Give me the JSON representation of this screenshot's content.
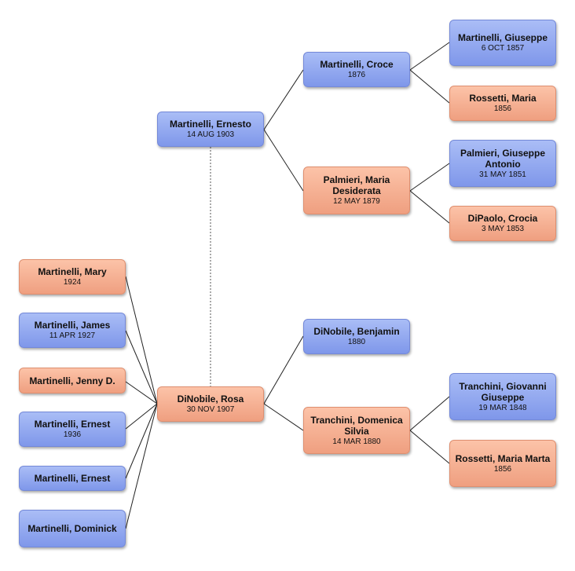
{
  "persons": {
    "ernesto": {
      "name": "Martinelli, Ernesto",
      "date": "14 AUG 1903",
      "sex": "male"
    },
    "rosa": {
      "name": "DiNobile, Rosa",
      "date": "30 NOV 1907",
      "sex": "female"
    },
    "croce": {
      "name": "Martinelli, Croce",
      "date": "1876",
      "sex": "male"
    },
    "desiderata": {
      "name": "Palmieri, Maria Desiderata",
      "date": "12 MAY 1879",
      "sex": "female"
    },
    "giuseppe_m": {
      "name": "Martinelli, Giuseppe",
      "date": "6 OCT 1857",
      "sex": "male"
    },
    "rossetti_m": {
      "name": "Rossetti, Maria",
      "date": "1856",
      "sex": "female"
    },
    "giuseppe_p": {
      "name": "Palmieri, Giuseppe Antonio",
      "date": "31 MAY 1851",
      "sex": "male"
    },
    "crocia": {
      "name": "DiPaolo, Crocia",
      "date": "3 MAY 1853",
      "sex": "female"
    },
    "benjamin": {
      "name": "DiNobile, Benjamin",
      "date": "1880",
      "sex": "male"
    },
    "domenica": {
      "name": "Tranchini, Domenica Silvia",
      "date": "14 MAR 1880",
      "sex": "female"
    },
    "giovanni": {
      "name": "Tranchini, Giovanni Giuseppe",
      "date": "19 MAR 1848",
      "sex": "male"
    },
    "rossetti_mm": {
      "name": "Rossetti, Maria Marta",
      "date": "1856",
      "sex": "female"
    },
    "mary": {
      "name": "Martinelli, Mary",
      "date": "1924",
      "sex": "female"
    },
    "james": {
      "name": "Martinelli, James",
      "date": "11 APR 1927",
      "sex": "male"
    },
    "jenny": {
      "name": "Martinelli, Jenny D.",
      "date": "",
      "sex": "female"
    },
    "ernest_1936": {
      "name": "Martinelli, Ernest",
      "date": "1936",
      "sex": "male"
    },
    "ernest_2": {
      "name": "Martinelli, Ernest",
      "date": "",
      "sex": "male"
    },
    "dominick": {
      "name": "Martinelli, Dominick",
      "date": "",
      "sex": "male"
    }
  },
  "relationships": {
    "spouses": [
      [
        "ernesto",
        "rosa"
      ]
    ],
    "parents": [
      {
        "child": "ernesto",
        "father": "croce",
        "mother": "desiderata"
      },
      {
        "child": "croce",
        "father": "giuseppe_m",
        "mother": "rossetti_m"
      },
      {
        "child": "desiderata",
        "father": "giuseppe_p",
        "mother": "crocia"
      },
      {
        "child": "rosa",
        "father": "benjamin",
        "mother": "domenica"
      },
      {
        "child": "domenica",
        "father": "giovanni",
        "mother": "rossetti_mm"
      }
    ],
    "children_of_rosa": [
      "mary",
      "james",
      "jenny",
      "ernest_1936",
      "ernest_2",
      "dominick"
    ]
  },
  "colors": {
    "male": "#8ea4f0",
    "female": "#f5ae90"
  }
}
